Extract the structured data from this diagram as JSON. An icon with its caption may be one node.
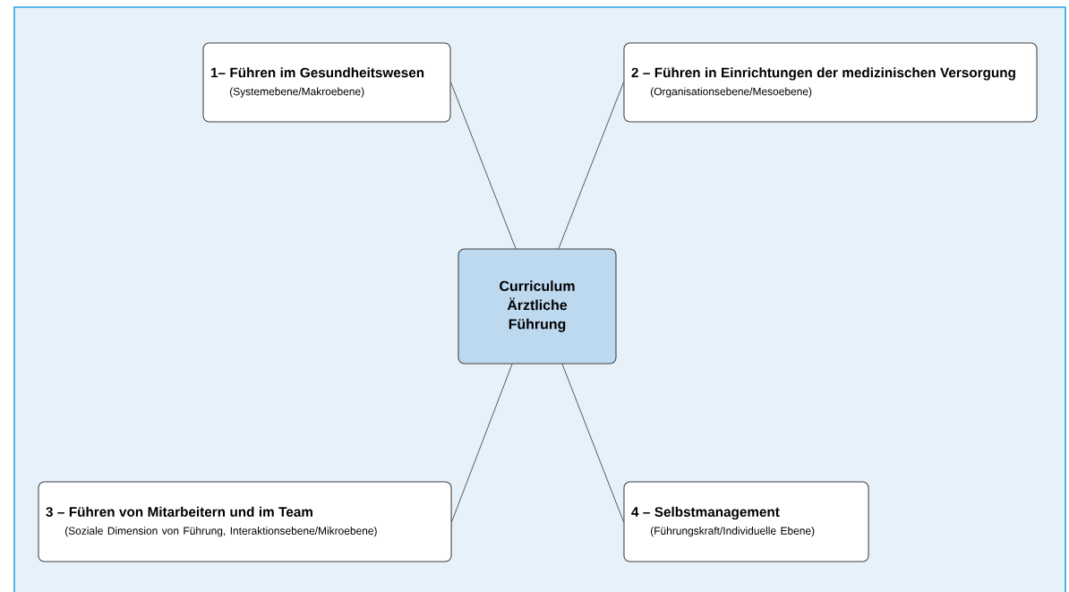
{
  "diagram": {
    "nodes": [
      {
        "text": [
          "Curriculum Ärztliche Führung"
        ]
      },
      {
        "text": [
          "1– Führen im Gesundheitswesen",
          "(Systemebene/Makroebene)"
        ]
      },
      {
        "text": [
          "2 – Führen in Einrichtungen der medizinischen Versorgung",
          "(Organisationsebene/Mesoebene)"
        ]
      },
      {
        "text": [
          "3 – Führen von Mitarbeitern und im Team",
          "(Soziale Dimension von Führung, Interaktionsebene/Mikroebene)"
        ]
      },
      {
        "text": [
          "4 – Selbstmanagement",
          "(Führungskraft/Individuelle Ebene)"
        ]
      }
    ],
    "edges": [
      {
        "from": 0,
        "to": 1,
        "arrow": "none"
      },
      {
        "from": 0,
        "to": 2,
        "arrow": "none"
      },
      {
        "from": 0,
        "to": 3,
        "arrow": "none"
      },
      {
        "from": 0,
        "to": 4,
        "arrow": "none"
      }
    ]
  }
}
